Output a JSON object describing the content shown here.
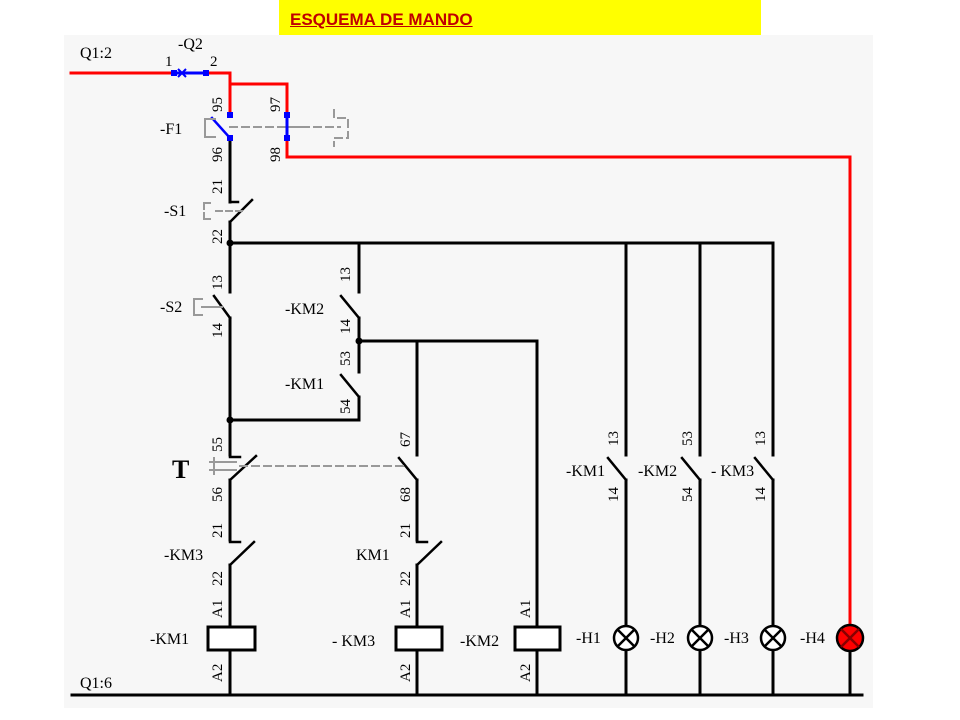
{
  "title": "ESQUEMA DE MANDO",
  "colors": {
    "banner": "#ffff00",
    "title_text": "#c00000",
    "live_wire": "#ff0000",
    "wire": "#000000",
    "terminal_dot": "#0000ff",
    "mechanical_link": "#999999",
    "lamp_h4": "#ff0000"
  },
  "rails": {
    "top": "Q1:2",
    "bottom": "Q1:6"
  },
  "breaker": {
    "label": "-Q2",
    "terminals": [
      "1",
      "2"
    ]
  },
  "overload": {
    "label": "-F1",
    "terminals": [
      "95",
      "96",
      "97",
      "98"
    ]
  },
  "stop_button": {
    "label": "-S1",
    "terminals": [
      "21",
      "22"
    ]
  },
  "start_button": {
    "label": "-S2",
    "terminals": [
      "13",
      "14"
    ]
  },
  "km2_contact": {
    "label": "-KM2",
    "terminals": [
      "13",
      "14"
    ]
  },
  "km1_contact": {
    "label": "-KM1",
    "terminals": [
      "53",
      "54"
    ]
  },
  "timer": {
    "label": "T",
    "terminals": [
      "55",
      "56",
      "67",
      "68"
    ]
  },
  "km3_nc": {
    "label": "-KM3",
    "terminals": [
      "21",
      "22"
    ]
  },
  "km1_nc": {
    "label": "KM1",
    "terminals": [
      "21",
      "22"
    ]
  },
  "coils": [
    {
      "label": "-KM1",
      "terminals": [
        "A1",
        "A2"
      ]
    },
    {
      "label": "- KM3",
      "terminals": [
        "A1",
        "A2"
      ]
    },
    {
      "label": "-KM2",
      "terminals": [
        "A1",
        "A2"
      ]
    }
  ],
  "signal_contacts": [
    {
      "label": "-KM1",
      "terminals": [
        "13",
        "14"
      ]
    },
    {
      "label": "-KM2",
      "terminals": [
        "53",
        "54"
      ]
    },
    {
      "label": "- KM3",
      "terminals": [
        "13",
        "14"
      ]
    }
  ],
  "lamps": [
    "-H1",
    "-H2",
    "-H3",
    "-H4"
  ]
}
